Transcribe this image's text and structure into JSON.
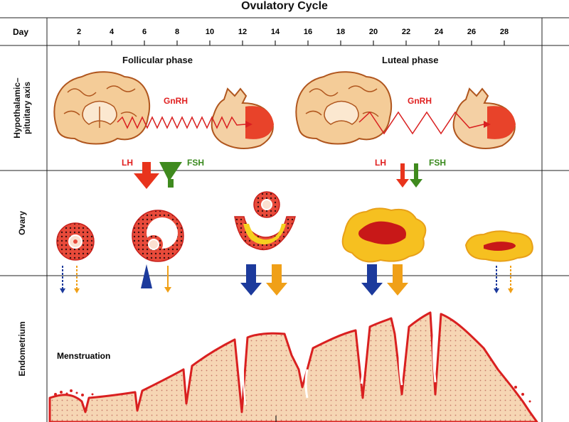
{
  "title": "Ovulatory Cycle",
  "axis": {
    "label": "Day",
    "ticks": [
      "2",
      "4",
      "6",
      "8",
      "10",
      "12",
      "14",
      "16",
      "18",
      "20",
      "22",
      "24",
      "26",
      "28"
    ]
  },
  "rows": {
    "hypothalamic": "Hypothalamic–\npituitary axis",
    "ovary": "Ovary",
    "endometrium": "Endometrium"
  },
  "phases": {
    "follicular": "Follicular phase",
    "luteal": "Luteal phase"
  },
  "hormones": {
    "gnrh": "GnRH",
    "lh": "LH",
    "fsh": "FSH"
  },
  "endometrium_label": "Menstruation",
  "colors": {
    "lh": "#e8341c",
    "fsh": "#4a9a1e",
    "estrogen": "#1c3a9c",
    "progesterone": "#f0a018",
    "tissue": "#f2c8a4",
    "tissue_edge": "#d92020"
  }
}
